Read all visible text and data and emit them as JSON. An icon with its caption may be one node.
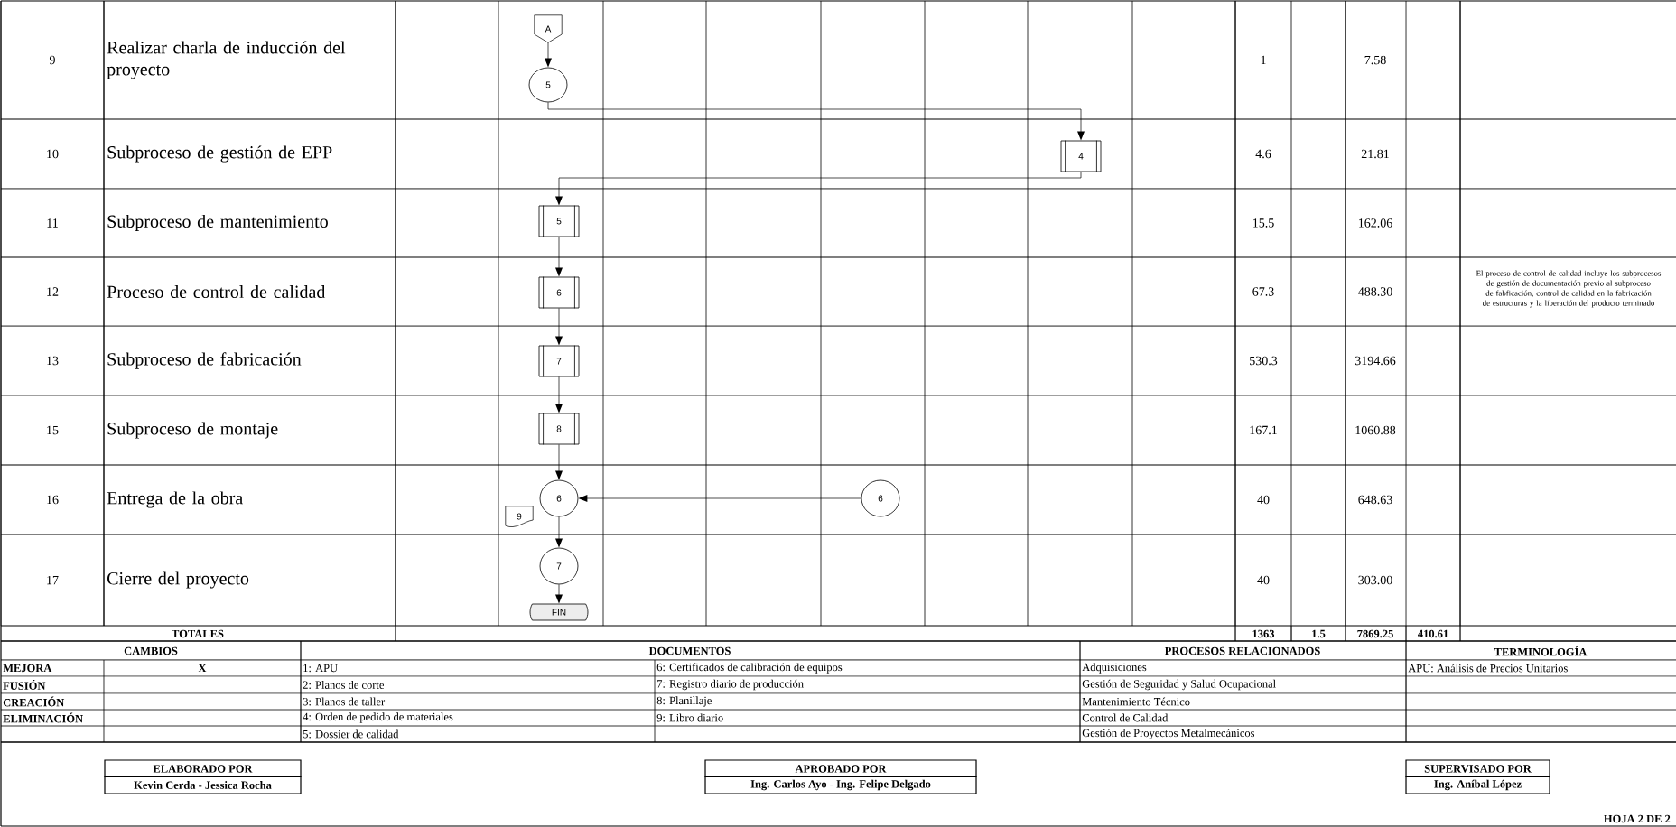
{
  "diagram": {
    "nodes": [
      {
        "text": [
          "A"
        ]
      },
      {
        "text": [
          "5"
        ]
      },
      {
        "text": [
          "4"
        ]
      },
      {
        "text": [
          "5"
        ]
      },
      {
        "text": [
          "6"
        ]
      },
      {
        "text": [
          "7"
        ]
      },
      {
        "text": [
          "8"
        ]
      },
      {
        "text": [
          "6"
        ]
      },
      {
        "text": [
          "9"
        ]
      },
      {
        "text": [
          "6"
        ]
      },
      {
        "text": [
          "7"
        ]
      },
      {
        "text": [
          "FIN"
        ]
      },
      {
        "text": [
          "ELABORADO POR",
          "Kevin Cerda - Jessica Rocha"
        ]
      },
      {
        "text": [
          "APROBADO POR",
          "Ing. Carlos Ayo - Ing. Felipe Delgado"
        ]
      },
      {
        "text": [
          "SUPERVISADO POR",
          "Ing. Aníbal López"
        ]
      }
    ],
    "edges": [
      {
        "from": 0,
        "to": 1,
        "arrow": "to"
      },
      {
        "from": 1,
        "to": 2,
        "arrow": "to"
      },
      {
        "from": 2,
        "to": 3,
        "arrow": "to"
      },
      {
        "from": 3,
        "to": 4,
        "arrow": "to"
      },
      {
        "from": 4,
        "to": 5,
        "arrow": "to"
      },
      {
        "from": 5,
        "to": 6,
        "arrow": "to"
      },
      {
        "from": 6,
        "to": 7,
        "arrow": "to"
      },
      {
        "from": 9,
        "to": 7,
        "arrow": "to"
      },
      {
        "from": 7,
        "to": 10,
        "arrow": "to"
      },
      {
        "from": 10,
        "to": 11,
        "arrow": "to"
      }
    ],
    "labels": [
      "9",
      "Realizar charla de inducción del proyecto",
      "1",
      "7.58",
      "10",
      "Subproceso de gestión de EPP",
      "4.6",
      "21.81",
      "11",
      "Subproceso de mantenimiento",
      "15.5",
      "162.06",
      "12",
      "Proceso de control de calidad",
      "67.3",
      "488.30",
      "El proceso de control de calidad incluye los subprocesos de gestión de documentación previo al subproceso de fabficación, control de calidad en la fabricación de estructuras y la liberación del producto terminado",
      "13",
      "Subproceso de fabricación",
      "530.3",
      "3194.66",
      "15",
      "Subproceso de montaje",
      "167.1",
      "1060.88",
      "16",
      "Entrega de la obra",
      "40",
      "648.63",
      "17",
      "Cierre del proyecto",
      "40",
      "303.00",
      "TOTALES",
      "1363",
      "1.5",
      "7869.25",
      "410.61",
      "CAMBIOS",
      "DOCUMENTOS",
      "PROCESOS RELACIONADOS",
      "TERMINOLOGÍA",
      "MEJORA",
      "X",
      "1: APU",
      "6: Certificados de calibración de equipos",
      "Adquisiciones",
      "APU: Análisis de Precios Unitarios",
      "FUSIÓN",
      "2: Planos de corte",
      "7: Registro diario de producción",
      "Gestión de Seguridad y Salud Ocupacional",
      "CREACIÓN",
      "3: Planos de taller",
      "8: Planillaje",
      "Mantenimiento Técnico",
      "ELIMINACIÓN",
      "4: Orden de pedido de materiales",
      "9: Libro diario",
      "Control de Calidad",
      "5: Dossier de calidad",
      "Gestión de Proyectos Metalmecánicos",
      "HOJA 2 DE 2"
    ]
  }
}
